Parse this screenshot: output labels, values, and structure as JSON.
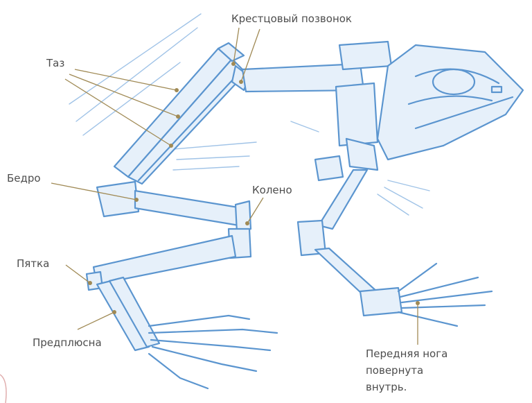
{
  "labels": {
    "sacral_vertebra": "Крестцовый позвонок",
    "pelvis": "Таз",
    "femur": "Бедро",
    "knee": "Колено",
    "heel": "Пятка",
    "tarsus": "Предплюсна",
    "foreleg_line1": "Передняя нога",
    "foreleg_line2": "повернута",
    "foreleg_line3": "внутрь."
  },
  "colors": {
    "bone_stroke": "#5b95cf",
    "bone_light": "#8fb8e3",
    "leader": "#a08a55",
    "label_text": "#4d4d4d"
  }
}
